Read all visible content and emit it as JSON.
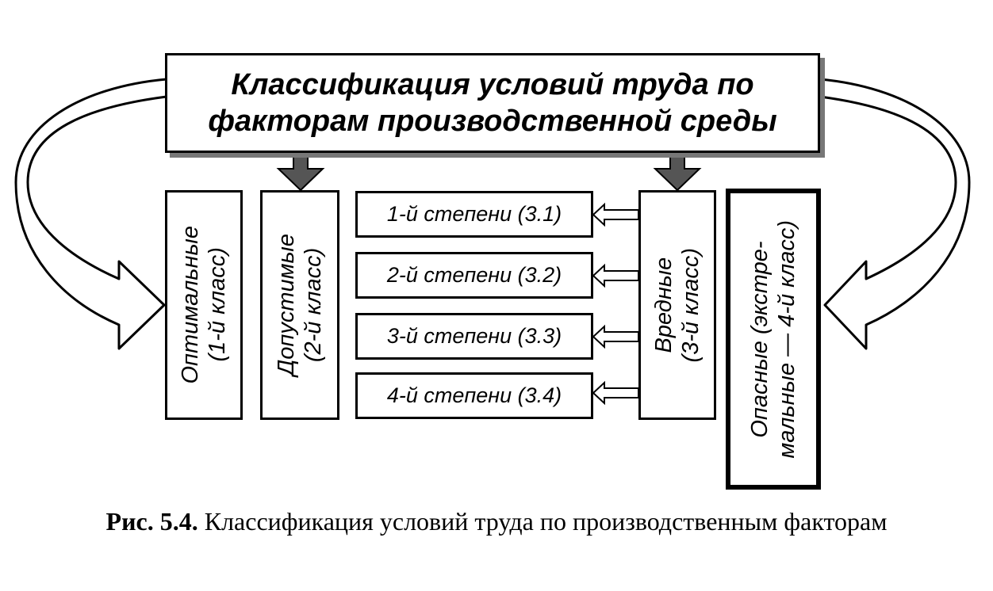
{
  "header": {
    "line1": "Классификация условий труда по",
    "line2": "факторам производственной среды"
  },
  "classes": {
    "optimal": {
      "line1": "Оптимальные",
      "line2": "(1-й класс)"
    },
    "permissible": {
      "line1": "Допустимые",
      "line2": "(2-й класс)"
    },
    "harmful": {
      "line1": "Вредные",
      "line2": "(3-й класс)"
    },
    "dangerous": {
      "line1": "Опасные (экстре-",
      "line2": "мальные — 4-й класс)"
    }
  },
  "degrees": [
    "1-й степени (3.1)",
    "2-й степени (3.2)",
    "3-й степени (3.3)",
    "4-й степени (3.4)"
  ],
  "caption": {
    "label": "Рис. 5.4.",
    "text": " Классификация условий труда по производственным факторам"
  }
}
